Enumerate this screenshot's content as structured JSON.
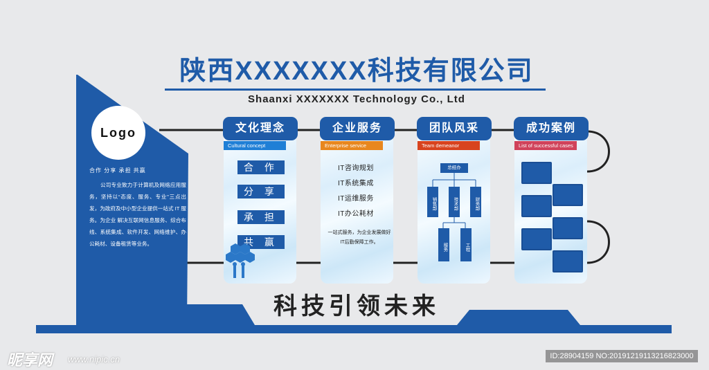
{
  "title": {
    "cn": "陕西XXXXXXX科技有限公司",
    "en": "Shaanxi XXXXXXX Technology Co., Ltd"
  },
  "left_panel": {
    "logo": "Logo",
    "motto": "合作 分享 承担 共赢",
    "description": "公司专业致力于计算机及网络应用服务，坚持以“态度、服务、专业”三点出发，为政府及中小型企业提供一站式 IT 服务。为企业 解决互联网信息服务、综合布线、系统集成、软件开发、网络维护、办公耗材、设备租赁等业务。"
  },
  "cards": [
    {
      "title": "文化理念",
      "subtitle": "Cultural concept",
      "items": [
        "合 作",
        "分 享",
        "承 担",
        "共 赢"
      ]
    },
    {
      "title": "企业服务",
      "subtitle": "Enterprise service",
      "items": [
        "IT咨询规划",
        "IT系统集成",
        "IT运维服务",
        "IT办公耗材"
      ],
      "note": "一站式服务，为企业发展做好IT后勤保障工作。"
    },
    {
      "title": "团队风采",
      "subtitle": "Team demeanor",
      "org": {
        "top": "总经办",
        "middle": [
          "销售部",
          "技术部",
          "财务部"
        ],
        "bottom": [
          "服务",
          "工程"
        ]
      }
    },
    {
      "title": "成功案例",
      "subtitle": "List of successful cases"
    }
  ],
  "slogan": "科技引领未来",
  "watermark": {
    "left": "昵享网",
    "left_url": "www.nipic.cn",
    "right": "ID:28904159 NO:20191219113216823000"
  },
  "colors": {
    "primary_blue": "#1f5ba8",
    "ribbon_blue": "#1f7fd6",
    "ribbon_orange": "#e8871e",
    "ribbon_red": "#d8431e",
    "ribbon_pink": "#d0425a"
  }
}
